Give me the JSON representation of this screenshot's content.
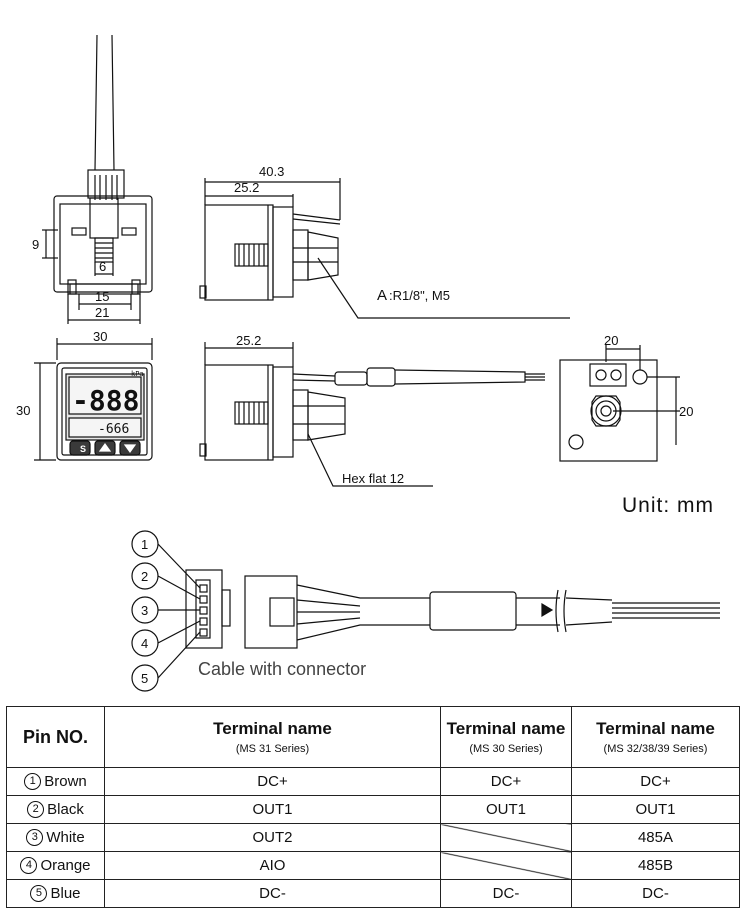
{
  "dimensions": {
    "side_40_3": "40.3",
    "side_25_2_top": "25.2",
    "side_25_2_mid": "25.2",
    "rear_9": "9",
    "rear_6": "6",
    "rear_15": "15",
    "rear_21": "21",
    "front_30_w": "30",
    "front_30_h": "30",
    "back_20_w": "20",
    "back_20_h": "20"
  },
  "callouts": {
    "port_prefix": "A",
    "port_value": ":R1/8\", M5",
    "hex_flat": "Hex flat 12"
  },
  "display": {
    "unit_label": "kPa",
    "main_reading": "-888",
    "sub_reading": "-666",
    "btn_set": "S"
  },
  "unit_note": "Unit:  mm",
  "connector": {
    "caption": "Cable with connector",
    "pins": [
      "1",
      "2",
      "3",
      "4",
      "5"
    ]
  },
  "table": {
    "header_pin": "Pin NO.",
    "columns": [
      {
        "title": "Terminal name",
        "sub": "(MS 31 Series)"
      },
      {
        "title": "Terminal name",
        "sub": "(MS 30 Series)"
      },
      {
        "title": "Terminal name",
        "sub": "(MS 32/38/39 Series)"
      }
    ],
    "rows": [
      {
        "num": "1",
        "color": "Brown",
        "ms31": "DC+",
        "ms30": "DC+",
        "ms32": "DC+"
      },
      {
        "num": "2",
        "color": "Black",
        "ms31": "OUT1",
        "ms30": "OUT1",
        "ms32": "OUT1"
      },
      {
        "num": "3",
        "color": "White",
        "ms31": "OUT2",
        "ms30": "",
        "ms32": "485A"
      },
      {
        "num": "4",
        "color": "Orange",
        "ms31": "AIO",
        "ms30": "",
        "ms32": "485B"
      },
      {
        "num": "5",
        "color": "Blue",
        "ms31": "DC-",
        "ms30": "DC-",
        "ms32": "DC-"
      }
    ]
  }
}
